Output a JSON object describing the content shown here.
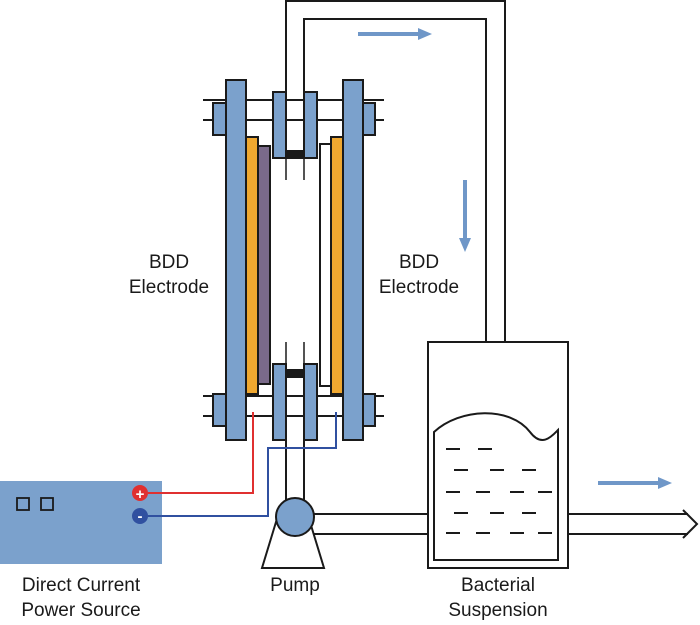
{
  "labels": {
    "left_electrode": [
      "BDD",
      "Electrode"
    ],
    "right_electrode": [
      "BDD",
      "Electrode"
    ],
    "power_source": [
      "Direct Current",
      "Power Source"
    ],
    "pump": "Pump",
    "suspension": [
      "Bacterial",
      "Suspension"
    ],
    "positive_terminal": "+",
    "negative_terminal": "-"
  },
  "colors": {
    "electrode_plate": "#7ba1cc",
    "electrode_film": "#f0a830",
    "membrane": "#7a6a8a",
    "power_box": "#7ba1cc",
    "positive_wire": "#e03030",
    "negative_wire": "#3050a0",
    "flow_arrow": "#6f97c8",
    "pump": "#7ba1cc"
  }
}
